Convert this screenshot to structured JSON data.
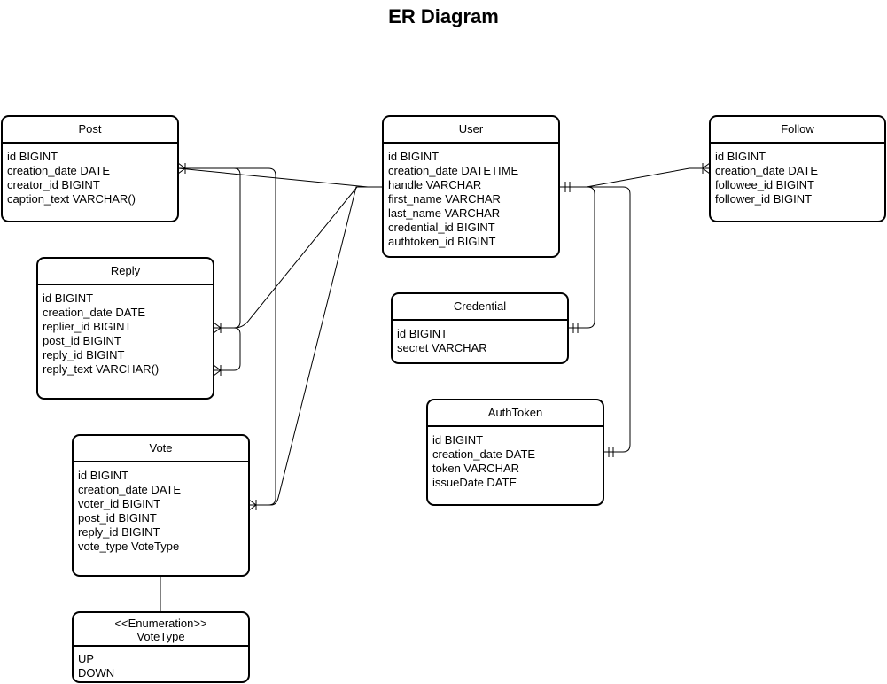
{
  "title": "ER Diagram",
  "entities": {
    "post": {
      "name": "Post",
      "attributes": [
        "id BIGINT",
        "creation_date DATE",
        "creator_id BIGINT",
        "caption_text VARCHAR()"
      ]
    },
    "user": {
      "name": "User",
      "attributes": [
        "id BIGINT",
        "creation_date DATETIME",
        "handle VARCHAR",
        "first_name VARCHAR",
        "last_name VARCHAR",
        "credential_id BIGINT",
        "authtoken_id BIGINT"
      ]
    },
    "follow": {
      "name": "Follow",
      "attributes": [
        "id BIGINT",
        "creation_date DATE",
        "followee_id BIGINT",
        "follower_id BIGINT"
      ]
    },
    "reply": {
      "name": "Reply",
      "attributes": [
        "id BIGINT",
        "creation_date DATE",
        "replier_id BIGINT",
        "post_id BIGINT",
        "reply_id BIGINT",
        "reply_text VARCHAR()"
      ]
    },
    "credential": {
      "name": "Credential",
      "attributes": [
        "id BIGINT",
        "secret VARCHAR"
      ]
    },
    "authtoken": {
      "name": "AuthToken",
      "attributes": [
        "id BIGINT",
        "creation_date DATE",
        "token VARCHAR",
        "issueDate DATE"
      ]
    },
    "vote": {
      "name": "Vote",
      "attributes": [
        "id BIGINT",
        "creation_date DATE",
        "voter_id BIGINT",
        "post_id BIGINT",
        "reply_id BIGINT",
        "vote_type VoteType"
      ]
    },
    "votetype": {
      "stereotype": "<<Enumeration>>",
      "name": "VoteType",
      "attributes": [
        "UP",
        "DOWN"
      ]
    }
  }
}
